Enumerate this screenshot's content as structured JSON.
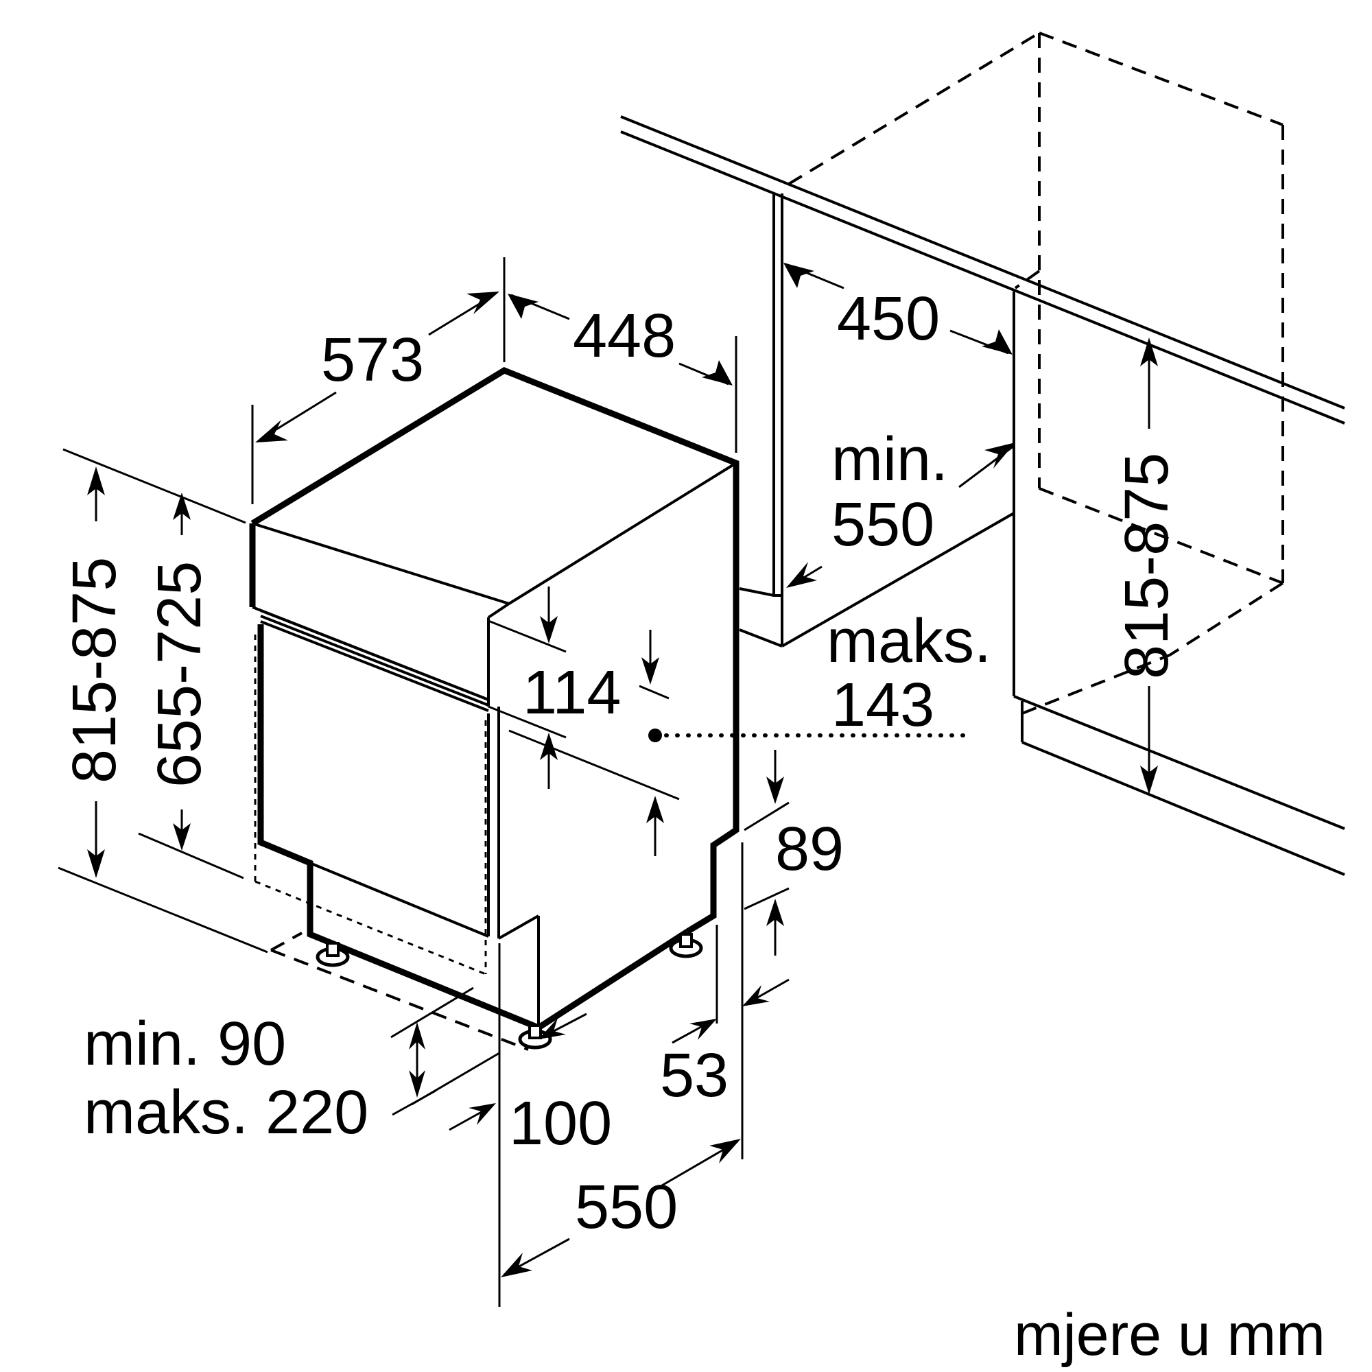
{
  "labels": {
    "depth_573": "573",
    "width_448": "448",
    "niche_450": "450",
    "niche_min": "min.",
    "niche_min_val": "550",
    "niche_maks": "maks.",
    "niche_maks_val": "143",
    "panel_114": "114",
    "plinth_89": "89",
    "foot_53": "53",
    "foot_100": "100",
    "depth_550": "550",
    "plinth_min": "min. 90",
    "plinth_maks": "maks. 220",
    "height_left_outer": "815-875",
    "height_left_inner": "655-725",
    "height_right": "815-875",
    "units_note": "mjere u mm"
  }
}
